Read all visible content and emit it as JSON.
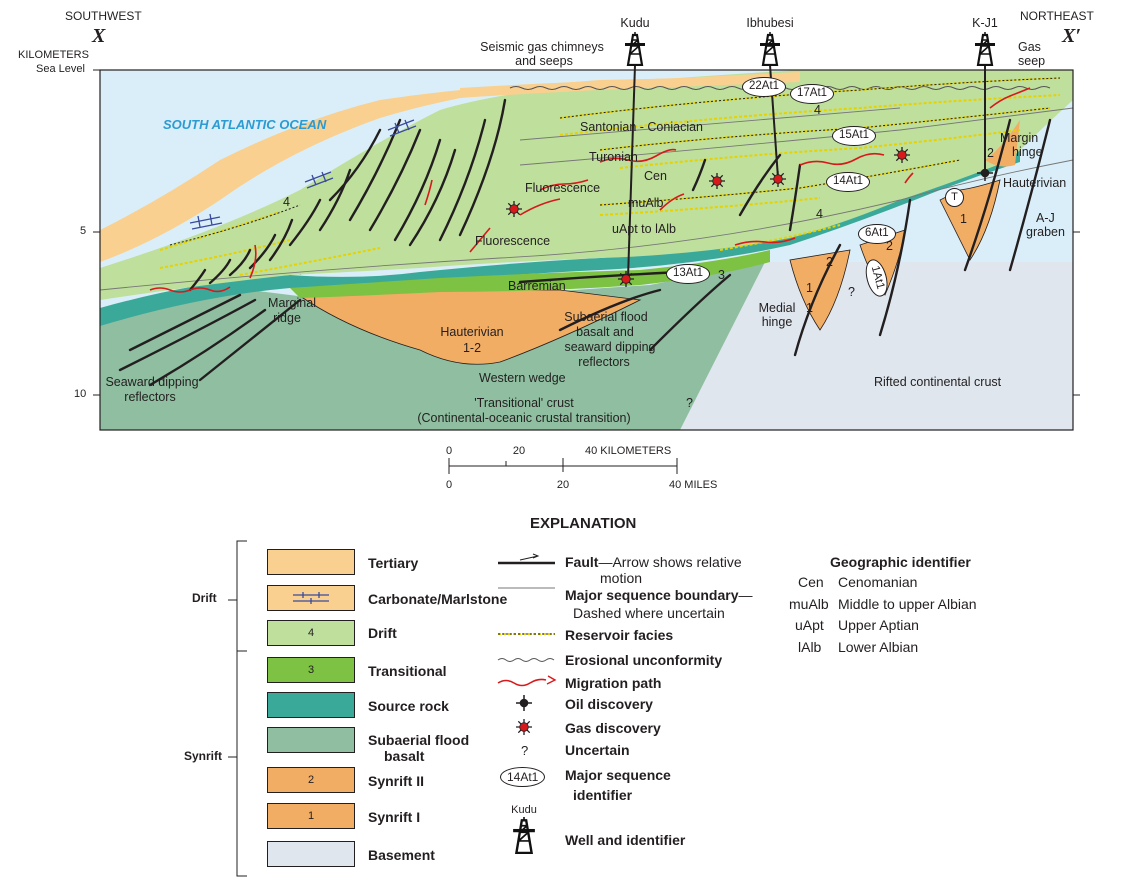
{
  "section": {
    "southwest": "SOUTHWEST",
    "northeast": "NORTHEAST",
    "x_left": "X",
    "x_right": "X′",
    "kilometers": "KILOMETERS",
    "sea_level": "Sea Level",
    "depth_ticks": [
      "5",
      "10"
    ]
  },
  "wells": [
    {
      "name": "Kudu"
    },
    {
      "name": "Ibhubesi"
    },
    {
      "name": "K-J1"
    }
  ],
  "labels": {
    "seismic_gas": "Seismic gas chimneys",
    "and_seeps": "and seeps",
    "gas": "Gas",
    "seep": "seep",
    "ocean": "SOUTH ATLANTIC OCEAN",
    "santonian": "Santonian - Coniacian",
    "turonian": "Turonian",
    "cen": "Cen",
    "fluorescence_1": "Fluorescence",
    "fluorescence_2": "Fluorescence",
    "mualb": "muAlb",
    "uapt": "uApt to lAlb",
    "barremian": "Barremian",
    "four_1": "4",
    "four_2": "4",
    "four_3": "4",
    "three": "3",
    "two_1": "2",
    "two_2": "2",
    "two_3": "2",
    "one_1": "1",
    "one_2": "1",
    "one_3": "1",
    "t_circle": "T",
    "q1": "?",
    "q2": "?",
    "margin": "Margin",
    "hinge": "hinge",
    "hauterivian_r": "Hauterivian",
    "aj": "A-J",
    "graben": "graben",
    "marginal": "Marginal",
    "ridge": "ridge",
    "hauterivian": "Hauterivian",
    "h12": "1-2",
    "western_wedge": "Western wedge",
    "subaerial_1": "Subaerial flood",
    "subaerial_2": "basalt and",
    "subaerial_3": "seaward dipping",
    "subaerial_4": "reflectors",
    "medial": "Medial",
    "medial_hinge": "hinge",
    "seaward_1": "Seaward dipping",
    "seaward_2": "reflectors",
    "transitional_1": "'Transitional' crust",
    "transitional_2": "(Continental-oceanic crustal transition)",
    "rifted": "Rifted continental crust"
  },
  "sequences": [
    "22At1",
    "17At1",
    "15At1",
    "14At1",
    "6At1",
    "13At1",
    "1At1"
  ],
  "scale": {
    "km_label": "40 KILOMETERS",
    "mi_label": "40 MILES",
    "km_ticks": [
      "0",
      "20"
    ],
    "mi_ticks": [
      "0",
      "20"
    ]
  },
  "explanation": {
    "title": "EXPLANATION",
    "drift": "Drift",
    "synrift": "Synrift",
    "units": [
      {
        "label": "Tertiary",
        "num": "",
        "color": "#f9d08f"
      },
      {
        "label": "Carbonate/Marlstone",
        "num": "",
        "color": "#f9d08f"
      },
      {
        "label": "Drift",
        "num": "4",
        "color": "#bfdf9d"
      },
      {
        "label": "Transitional",
        "num": "3",
        "color": "#7dc242"
      },
      {
        "label": "Source rock",
        "num": "",
        "color": "#3ba99a"
      },
      {
        "label": "Subaerial flood",
        "label2": "basalt",
        "num": "",
        "color": "#8fbfa0"
      },
      {
        "label": "Synrift II",
        "num": "2",
        "color": "#f2ad65"
      },
      {
        "label": "Synrift I",
        "num": "1",
        "color": "#f2ad65"
      },
      {
        "label": "Basement",
        "num": "",
        "color": "#dfe6ee"
      }
    ],
    "symbols": {
      "fault_b": "Fault",
      "fault_rest": "—Arrow shows relative",
      "fault_2": "motion",
      "seq_b": "Major sequence boundary",
      "seq_rest": "—",
      "seq_2": "Dashed where uncertain",
      "reservoir": "Reservoir facies",
      "erosional": "Erosional unconformity",
      "migration": "Migration path",
      "oil": "Oil discovery",
      "gas": "Gas discovery",
      "uncertain": "Uncertain",
      "uncertain_q": "?",
      "major_seq": "Major sequence",
      "identifier": "identifier",
      "oval": "14At1",
      "kudu": "Kudu",
      "well": "Well and identifier"
    },
    "geo_title": "Geographic identifier",
    "geo": [
      {
        "abbr": "Cen",
        "full": "Cenomanian"
      },
      {
        "abbr": "muAlb",
        "full": "Middle to upper Albian"
      },
      {
        "abbr": "uApt",
        "full": "Upper Aptian"
      },
      {
        "abbr": "lAlb",
        "full": "Lower Albian"
      }
    ]
  },
  "colors": {
    "ocean": "#d9eef8",
    "tertiary": "#f9d08f",
    "drift": "#bfdf9d",
    "transitional": "#7dc242",
    "source_rock": "#3ba99a",
    "basalt": "#8fbfa0",
    "synrift": "#f2ad65",
    "basement": "#dfe6ee",
    "migration": "#d7191c",
    "reservoir": "#f4e300"
  }
}
